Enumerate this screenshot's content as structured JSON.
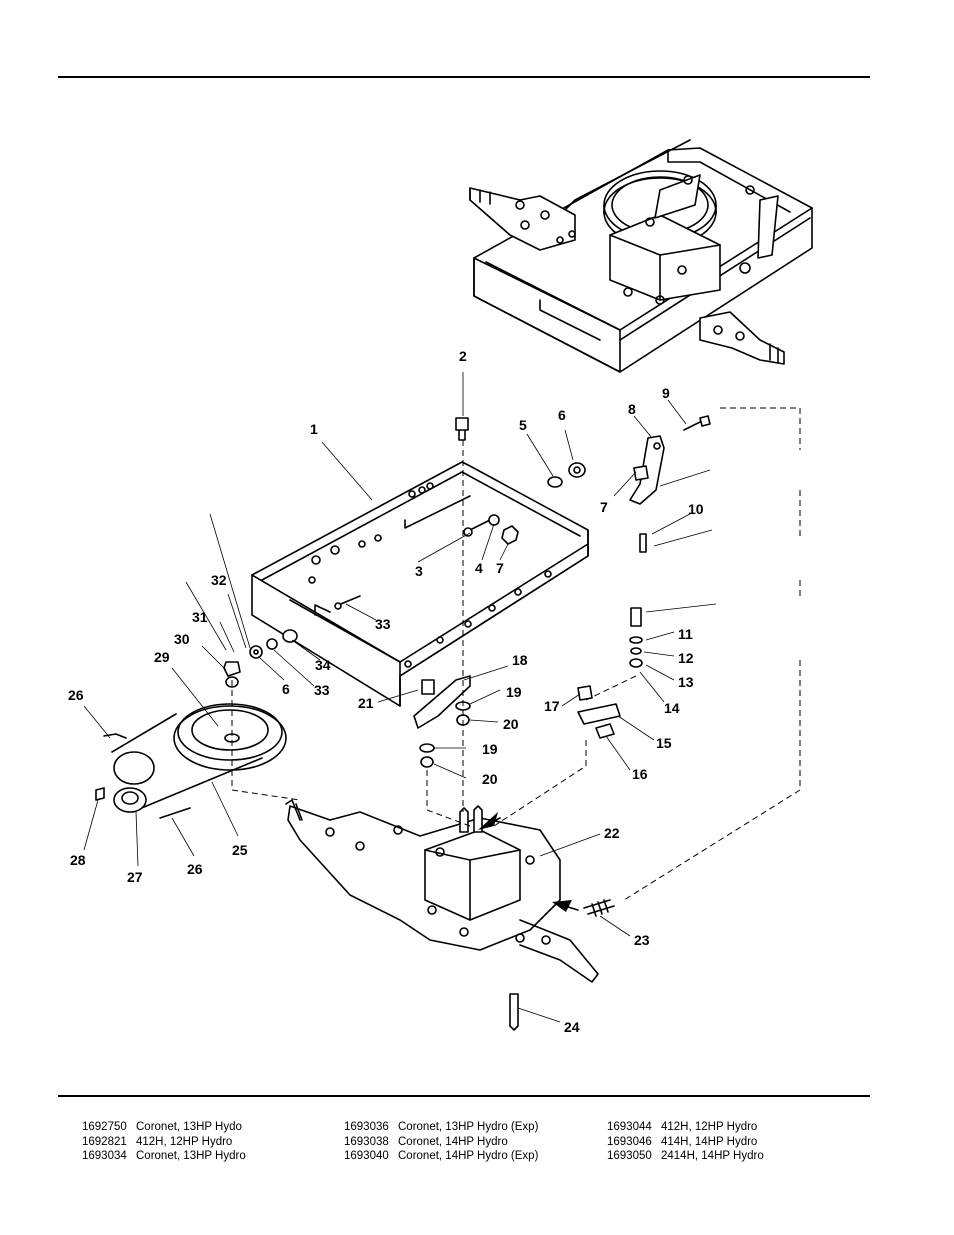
{
  "callouts": [
    "1",
    "2",
    "3",
    "4",
    "5",
    "6",
    "7",
    "8",
    "9",
    "10",
    "11",
    "12",
    "13",
    "14",
    "15",
    "16",
    "17",
    "18",
    "19",
    "20",
    "21",
    "22",
    "23",
    "24",
    "25",
    "26",
    "27",
    "28",
    "29",
    "30",
    "31",
    "32",
    "33",
    "34",
    "6",
    "7",
    "19",
    "20",
    "26",
    "33"
  ],
  "model_columns": [
    [
      {
        "number": "1692750",
        "description": "Coronet, 13HP Hydo"
      },
      {
        "number": "1692821",
        "description": "412H, 12HP Hydro"
      },
      {
        "number": "1693034",
        "description": "Coronet, 13HP Hydro"
      }
    ],
    [
      {
        "number": "1693036",
        "description": "Coronet, 13HP Hydro (Exp)"
      },
      {
        "number": "1693038",
        "description": "Coronet, 14HP Hydro"
      },
      {
        "number": "1693040",
        "description": "Coronet, 14HP Hydro (Exp)"
      }
    ],
    [
      {
        "number": "1693044",
        "description": "412H, 12HP Hydro"
      },
      {
        "number": "1693046",
        "description": "414H, 14HP Hydro"
      },
      {
        "number": "1693050",
        "description": "2414H, 14HP Hydro"
      }
    ]
  ]
}
